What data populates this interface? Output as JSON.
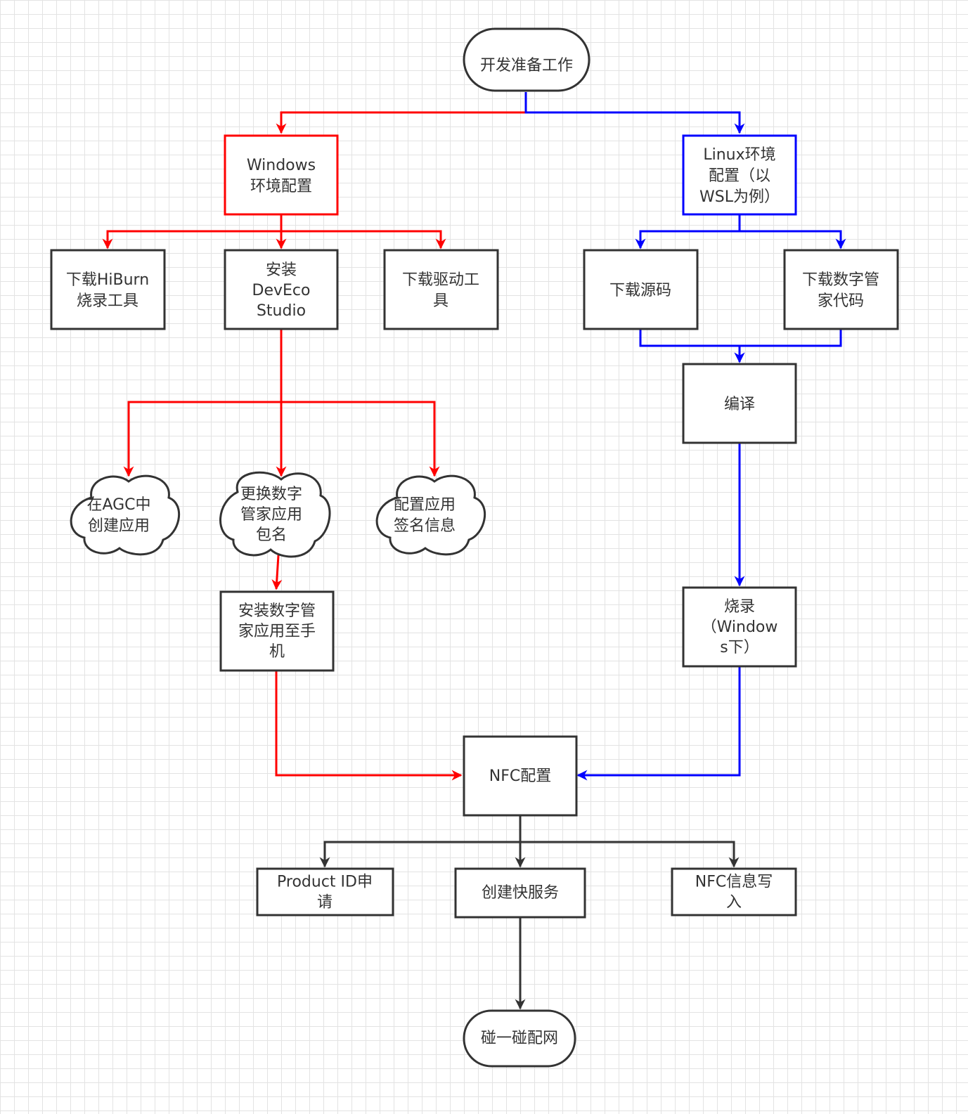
{
  "colors": {
    "windows": "#ff0000",
    "linux": "#0000ff",
    "default": "#333333",
    "box_border": "#333333",
    "windows_border": "#ff0000",
    "linux_border": "#0000ff"
  },
  "nodes": {
    "start": {
      "lines": [
        "开发准备工作"
      ]
    },
    "windows_env": {
      "lines": [
        "Windows",
        "环境配置"
      ]
    },
    "linux_env": {
      "lines": [
        "Linux环境",
        "配置（以",
        "WSL为例）"
      ]
    },
    "hiburn": {
      "lines": [
        "下载HiBurn",
        "烧录工具"
      ]
    },
    "deveco": {
      "lines": [
        "安装",
        "DevEco",
        "Studio"
      ]
    },
    "driver": {
      "lines": [
        "下载驱动工",
        "具"
      ]
    },
    "src": {
      "lines": [
        "下载源码"
      ]
    },
    "butler_code": {
      "lines": [
        "下载数字管",
        "家代码"
      ]
    },
    "compile": {
      "lines": [
        "编译"
      ]
    },
    "agc": {
      "lines": [
        "在AGC中",
        "创建应用"
      ]
    },
    "pkg": {
      "lines": [
        "更换数字",
        "管家应用",
        "包名"
      ]
    },
    "sign": {
      "lines": [
        "配置应用",
        "签名信息"
      ]
    },
    "install": {
      "lines": [
        "安装数字管",
        "家应用至手",
        "机"
      ]
    },
    "burn": {
      "lines": [
        "烧录",
        "（Window",
        "s下）"
      ]
    },
    "nfc": {
      "lines": [
        "NFC配置"
      ]
    },
    "product": {
      "lines": [
        "Product ID申",
        "请"
      ]
    },
    "quick": {
      "lines": [
        "创建快服务"
      ]
    },
    "nfcwrite": {
      "lines": [
        "NFC信息写",
        "入"
      ]
    },
    "end": {
      "lines": [
        "碰一碰配网"
      ]
    }
  }
}
